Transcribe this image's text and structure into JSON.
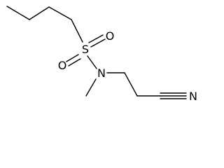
{
  "molecule": {
    "atoms": {
      "sulfur": "S",
      "oxygen_top": "O",
      "oxygen_bottom": "O",
      "nitrogen_amine": "N",
      "nitrogen_nitrile": "N"
    }
  },
  "colors": {
    "bond": "#000000",
    "text": "#000000",
    "background": "#ffffff"
  }
}
